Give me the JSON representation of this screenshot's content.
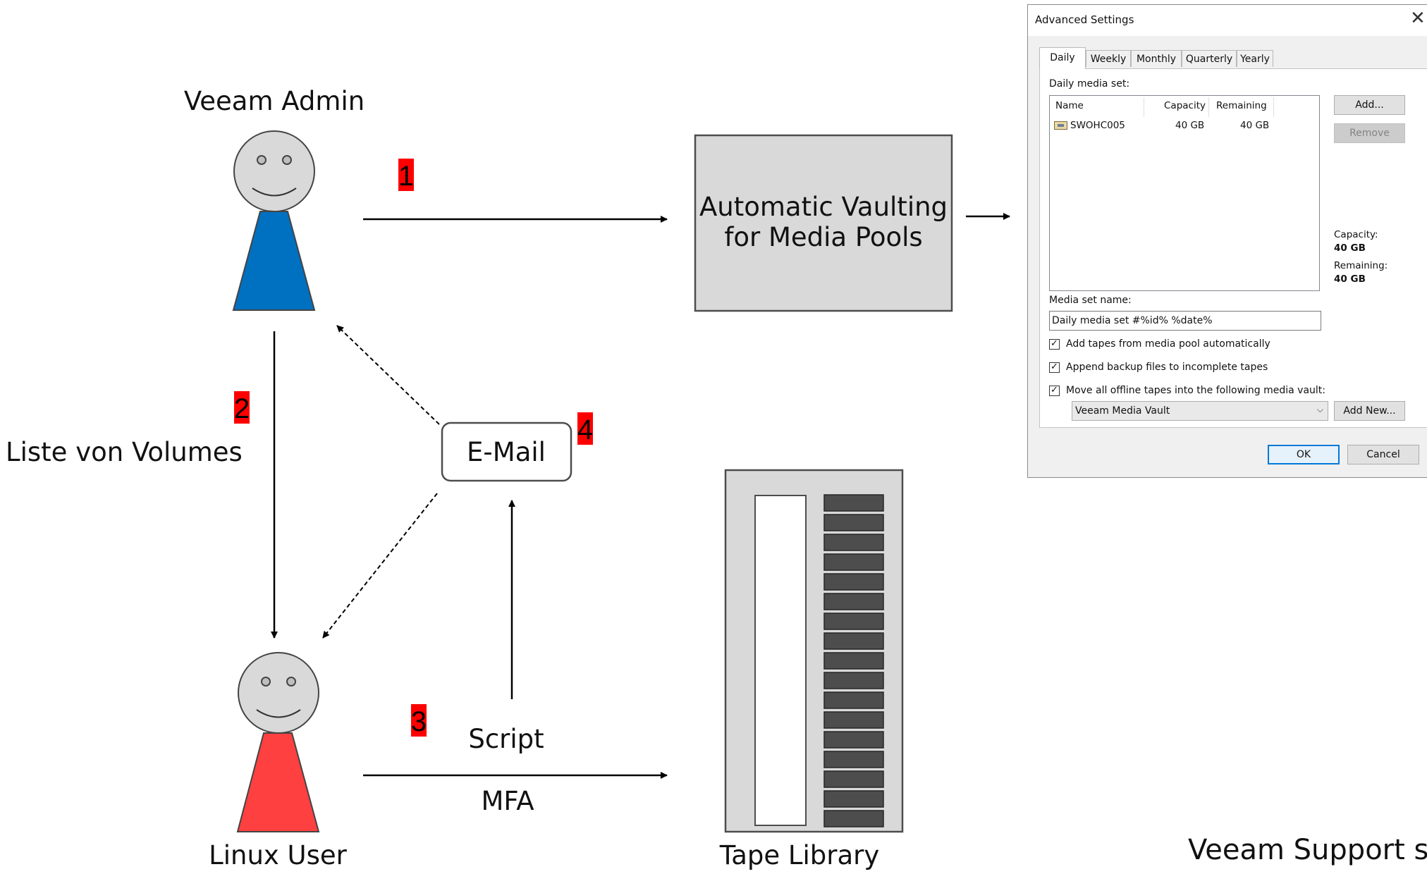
{
  "diagram": {
    "actors": {
      "admin": {
        "label": "Veeam Admin",
        "color": "#0070c0"
      },
      "user": {
        "label": "Linux User",
        "color": "#ff4040"
      }
    },
    "process_box": {
      "line1": "Automatic Vaulting",
      "line2": "for Media Pools"
    },
    "email_box": {
      "label": "E-Mail"
    },
    "labels": {
      "volumes": "Liste von Volumes",
      "script": "Script",
      "mfa": "MFA",
      "tape_library": "Tape Library",
      "support": "Veeam Support se"
    },
    "step_badges": [
      "1",
      "2",
      "3",
      "4"
    ],
    "badge_color": "#ff0000"
  },
  "dialog": {
    "title": "Advanced Settings",
    "close_glyph": "✕",
    "tabs": [
      "Daily",
      "Weekly",
      "Monthly",
      "Quarterly",
      "Yearly"
    ],
    "active_tab": "Daily",
    "media_set_label": "Daily media set:",
    "columns": [
      "Name",
      "Capacity",
      "Remaining"
    ],
    "rows": [
      {
        "name": "SWOHC005",
        "capacity": "40 GB",
        "remaining": "40 GB"
      }
    ],
    "add_button": "Add...",
    "remove_button": "Remove",
    "capacity_label": "Capacity:",
    "capacity_value": "40 GB",
    "remaining_label": "Remaining:",
    "remaining_value": "40 GB",
    "media_set_name_label": "Media set name:",
    "media_set_name_value": "Daily media set #%id% %date%",
    "checkboxes": [
      {
        "label": "Add tapes from media pool automatically",
        "checked": true
      },
      {
        "label": "Append backup files to incomplete tapes",
        "checked": true
      },
      {
        "label": "Move all offline tapes into the following media vault:",
        "checked": true
      }
    ],
    "vault_value": "Veeam Media Vault",
    "add_new_button": "Add New...",
    "ok_button": "OK",
    "cancel_button": "Cancel"
  }
}
